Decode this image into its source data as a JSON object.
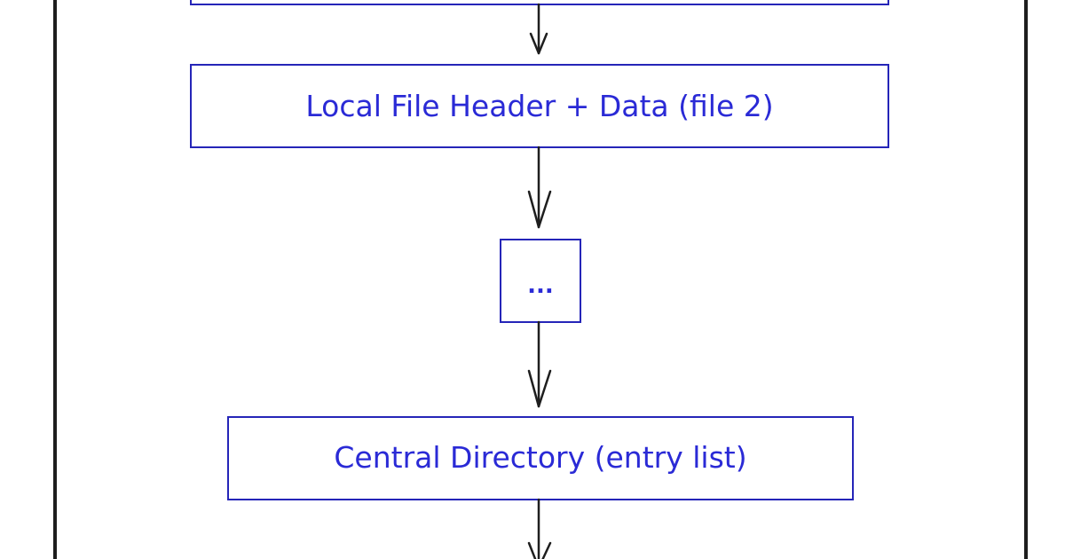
{
  "diagram": {
    "nodes": [
      {
        "id": "local-file-header-1",
        "label": ""
      },
      {
        "id": "local-file-header-2",
        "label": "Local File Header + Data (file 2)"
      },
      {
        "id": "ellipsis",
        "label": "..."
      },
      {
        "id": "central-directory",
        "label": "Central Directory (entry list)"
      }
    ],
    "edges": [
      {
        "from": "local-file-header-1",
        "to": "local-file-header-2"
      },
      {
        "from": "local-file-header-2",
        "to": "ellipsis"
      },
      {
        "from": "ellipsis",
        "to": "central-directory"
      },
      {
        "from": "central-directory",
        "to": ""
      }
    ]
  },
  "colors": {
    "node_text": "#2a2ad6",
    "node_border": "#2525b8",
    "line": "#1e1e1e",
    "background": "#ffffff"
  }
}
